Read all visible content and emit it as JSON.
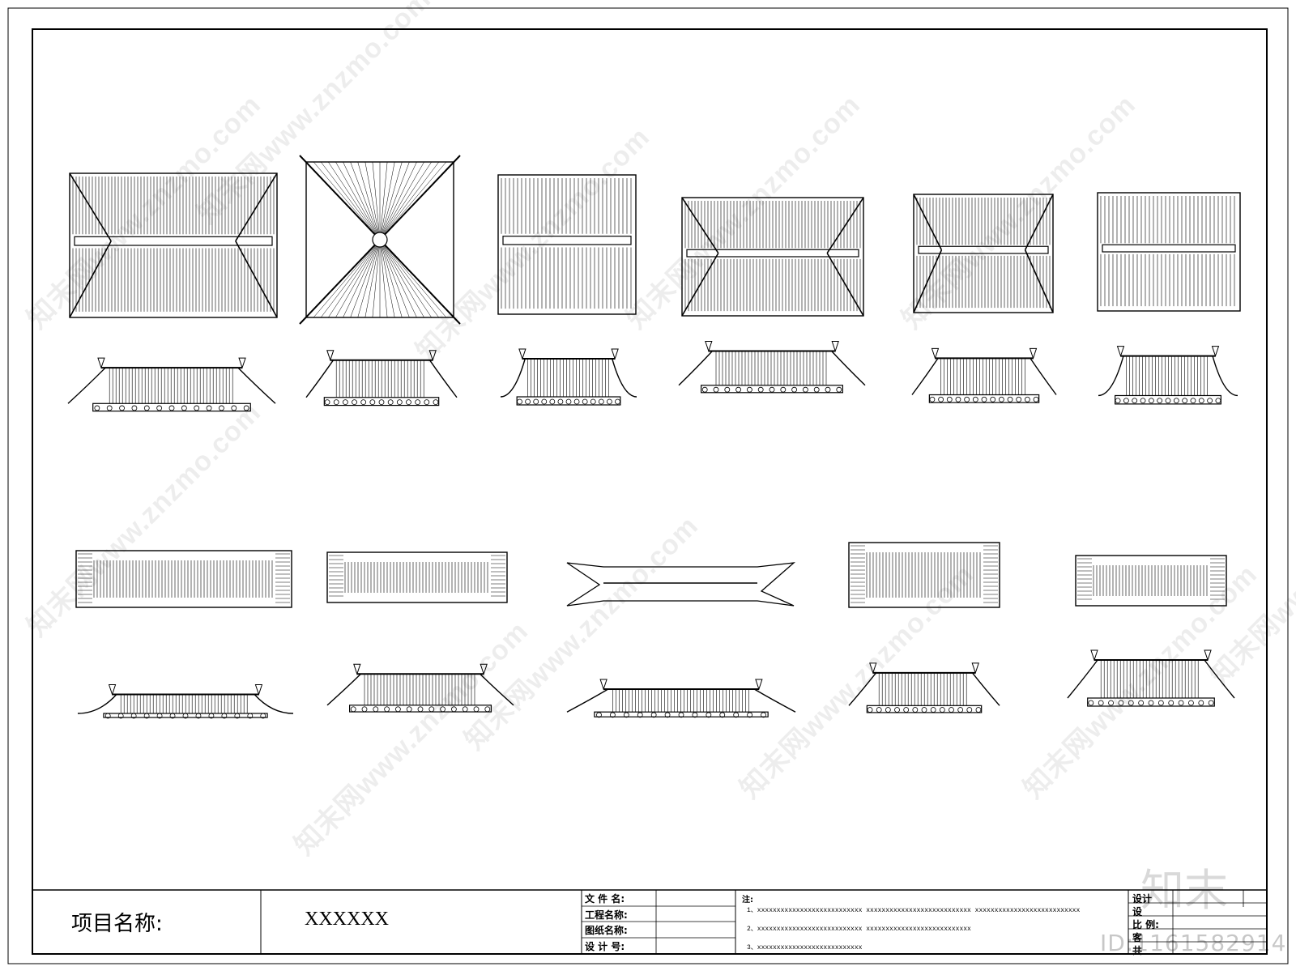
{
  "title_block": {
    "project_label": "项目名称:",
    "project_value": "XXXXXX",
    "fields": [
      {
        "label": "文 件 名:"
      },
      {
        "label": "工程名称:"
      },
      {
        "label": "图纸名称:"
      },
      {
        "label": "设 计 号:"
      }
    ],
    "notes_header": "注:",
    "notes": [
      "1、xxxxxxxxxxxxxxxxxxxxxxxxxxx    xxxxxxxxxxxxxxxxxxxxxxxxxxx    xxxxxxxxxxxxxxxxxxxxxxxxxxx",
      "2、xxxxxxxxxxxxxxxxxxxxxxxxxxx    xxxxxxxxxxxxxxxxxxxxxxxxxxx",
      "3、xxxxxxxxxxxxxxxxxxxxxxxxxxx"
    ],
    "right_fields": [
      {
        "label": "设计"
      },
      {
        "label": "设"
      },
      {
        "label": "比   例:"
      },
      {
        "label": "客"
      },
      {
        "label": "共"
      }
    ]
  },
  "watermarks": {
    "site": "知末网www.znzmo.com",
    "brand": "知末",
    "id": "ID:1161582914"
  }
}
